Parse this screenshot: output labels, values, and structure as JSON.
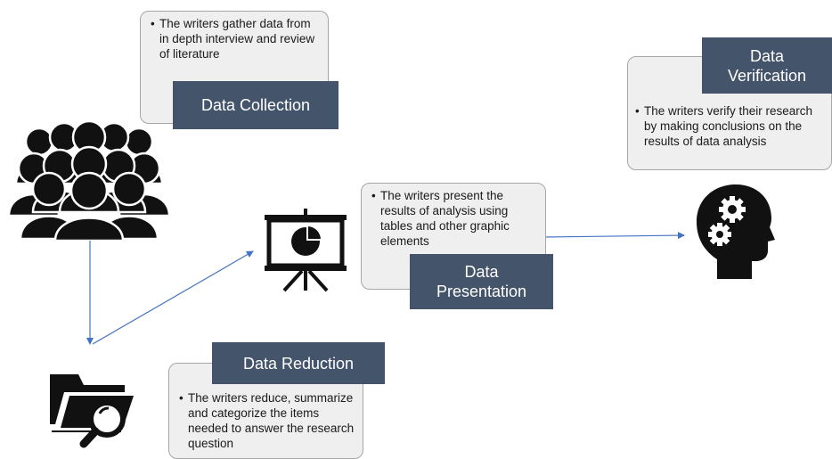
{
  "collection": {
    "text": "The writers gather data from in depth interview and review of literature",
    "label": "Data Collection"
  },
  "verification": {
    "text": "The writers verify their research by making conclusions on the results of data analysis",
    "label": "Data Verification"
  },
  "presentation": {
    "text": "The writers present the results of analysis using tables and other graphic elements",
    "label": "Data Presentation"
  },
  "reduction": {
    "text": "The writers reduce, summarize and categorize the items needed to answer the research question",
    "label": "Data Reduction"
  },
  "icons": {
    "people": "people-group-icon",
    "presentation": "presentation-board-icon",
    "head": "head-gears-icon",
    "folder": "folder-search-icon"
  },
  "colors": {
    "label_bg": "#44546a",
    "card_bg": "#efefef",
    "arrow": "#4472c4"
  }
}
